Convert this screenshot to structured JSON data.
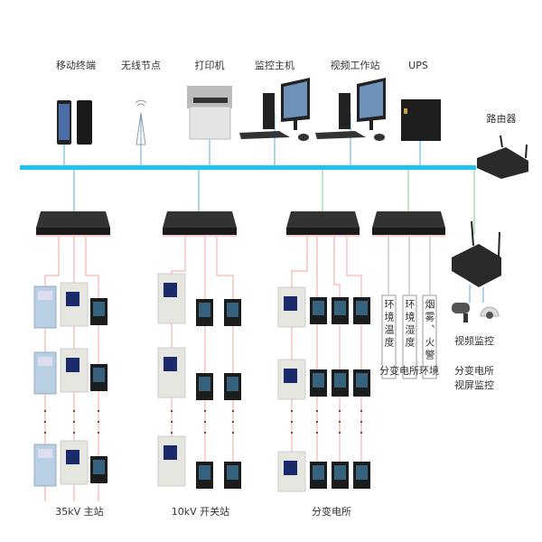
{
  "top_devices": [
    {
      "label": "移动终端",
      "icon": "mobile-phone-icon"
    },
    {
      "label": "无线节点",
      "icon": "wireless-node-icon"
    },
    {
      "label": "打印机",
      "icon": "printer-icon"
    },
    {
      "label": "监控主机",
      "icon": "desktop-computer-icon"
    },
    {
      "label": "视频工作站",
      "icon": "desktop-computer-icon"
    },
    {
      "label": "UPS",
      "icon": "ups-icon"
    }
  ],
  "router_top": {
    "label": "路由器",
    "icon": "router-icon"
  },
  "env": {
    "sensors": [
      {
        "label": "环境温度"
      },
      {
        "label": "环境湿度"
      },
      {
        "label": "烟雾、火警"
      }
    ],
    "caption": "分变电所环境"
  },
  "video": {
    "label": "视频监控",
    "caption_line1": "分变电所",
    "caption_line2": "视屏监控"
  },
  "stations": [
    {
      "label": "35kV 主站"
    },
    {
      "label": "10kV 开关站"
    },
    {
      "label": "分变电所"
    }
  ],
  "colors": {
    "bus": "#1ec3ef",
    "link_blue": "#5aaee0",
    "link_green": "#7ccf8c",
    "link_red": "#f4a0a0",
    "link_gray": "#b0b0b0"
  }
}
